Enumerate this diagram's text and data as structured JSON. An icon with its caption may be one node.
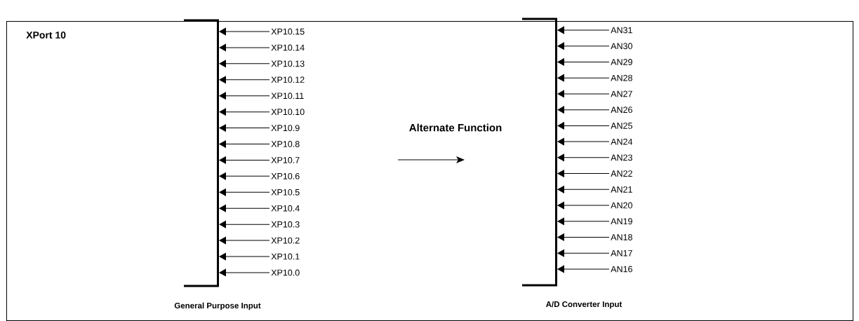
{
  "diagram": {
    "nodes": [
      {
        "text": [
          "XPort 10"
        ]
      },
      {
        "text": [],
        "shape": "bar",
        "in": 0,
        "beside": [
          "General Purpose Input"
        ]
      },
      {
        "text": [
          "XP10.15"
        ],
        "in": 0
      },
      {
        "text": [
          "XP10.14"
        ],
        "in": 0
      },
      {
        "text": [
          "XP10.13"
        ],
        "in": 0
      },
      {
        "text": [
          "XP10.12"
        ],
        "in": 0
      },
      {
        "text": [
          "XP10.11"
        ],
        "in": 0
      },
      {
        "text": [
          "XP10.10"
        ],
        "in": 0
      },
      {
        "text": [
          "XP10.9"
        ],
        "in": 0
      },
      {
        "text": [
          "XP10.8"
        ],
        "in": 0
      },
      {
        "text": [
          "XP10.7"
        ],
        "in": 0
      },
      {
        "text": [
          "XP10.6"
        ],
        "in": 0
      },
      {
        "text": [
          "XP10.5"
        ],
        "in": 0
      },
      {
        "text": [
          "XP10.4"
        ],
        "in": 0
      },
      {
        "text": [
          "XP10.3"
        ],
        "in": 0
      },
      {
        "text": [
          "XP10.2"
        ],
        "in": 0
      },
      {
        "text": [
          "XP10.1"
        ],
        "in": 0
      },
      {
        "text": [
          "XP10.0"
        ],
        "in": 0
      },
      {
        "text": [],
        "shape": "bar",
        "in": 0,
        "beside": [
          "A/D Converter Input"
        ]
      },
      {
        "text": [
          "AN31"
        ],
        "in": 0
      },
      {
        "text": [
          "AN30"
        ],
        "in": 0
      },
      {
        "text": [
          "AN29"
        ],
        "in": 0
      },
      {
        "text": [
          "AN28"
        ],
        "in": 0
      },
      {
        "text": [
          "AN27"
        ],
        "in": 0
      },
      {
        "text": [
          "AN26"
        ],
        "in": 0
      },
      {
        "text": [
          "AN25"
        ],
        "in": 0
      },
      {
        "text": [
          "AN24"
        ],
        "in": 0
      },
      {
        "text": [
          "AN23"
        ],
        "in": 0
      },
      {
        "text": [
          "AN22"
        ],
        "in": 0
      },
      {
        "text": [
          "AN21"
        ],
        "in": 0
      },
      {
        "text": [
          "AN20"
        ],
        "in": 0
      },
      {
        "text": [
          "AN19"
        ],
        "in": 0
      },
      {
        "text": [
          "AN18"
        ],
        "in": 0
      },
      {
        "text": [
          "AN17"
        ],
        "in": 0
      },
      {
        "text": [
          "AN16"
        ],
        "in": 0
      }
    ],
    "edges": [
      {
        "from": 2,
        "to": 1,
        "arrow": "to"
      },
      {
        "from": 3,
        "to": 1,
        "arrow": "to"
      },
      {
        "from": 4,
        "to": 1,
        "arrow": "to"
      },
      {
        "from": 5,
        "to": 1,
        "arrow": "to"
      },
      {
        "from": 6,
        "to": 1,
        "arrow": "to"
      },
      {
        "from": 7,
        "to": 1,
        "arrow": "to"
      },
      {
        "from": 8,
        "to": 1,
        "arrow": "to"
      },
      {
        "from": 9,
        "to": 1,
        "arrow": "to"
      },
      {
        "from": 10,
        "to": 1,
        "arrow": "to"
      },
      {
        "from": 11,
        "to": 1,
        "arrow": "to"
      },
      {
        "from": 12,
        "to": 1,
        "arrow": "to"
      },
      {
        "from": 13,
        "to": 1,
        "arrow": "to"
      },
      {
        "from": 14,
        "to": 1,
        "arrow": "to"
      },
      {
        "from": 15,
        "to": 1,
        "arrow": "to"
      },
      {
        "from": 16,
        "to": 1,
        "arrow": "to"
      },
      {
        "from": 17,
        "to": 1,
        "arrow": "to"
      },
      {
        "from": 19,
        "to": 18,
        "arrow": "to"
      },
      {
        "from": 20,
        "to": 18,
        "arrow": "to"
      },
      {
        "from": 21,
        "to": 18,
        "arrow": "to"
      },
      {
        "from": 22,
        "to": 18,
        "arrow": "to"
      },
      {
        "from": 23,
        "to": 18,
        "arrow": "to"
      },
      {
        "from": 24,
        "to": 18,
        "arrow": "to"
      },
      {
        "from": 25,
        "to": 18,
        "arrow": "to"
      },
      {
        "from": 26,
        "to": 18,
        "arrow": "to"
      },
      {
        "from": 27,
        "to": 18,
        "arrow": "to"
      },
      {
        "from": 28,
        "to": 18,
        "arrow": "to"
      },
      {
        "from": 29,
        "to": 18,
        "arrow": "to"
      },
      {
        "from": 30,
        "to": 18,
        "arrow": "to"
      },
      {
        "from": 31,
        "to": 18,
        "arrow": "to"
      },
      {
        "from": 32,
        "to": 18,
        "arrow": "to"
      },
      {
        "from": 33,
        "to": 18,
        "arrow": "to"
      },
      {
        "from": 34,
        "to": 18,
        "arrow": "to"
      }
    ],
    "labels": [
      "Alternate Function"
    ]
  }
}
